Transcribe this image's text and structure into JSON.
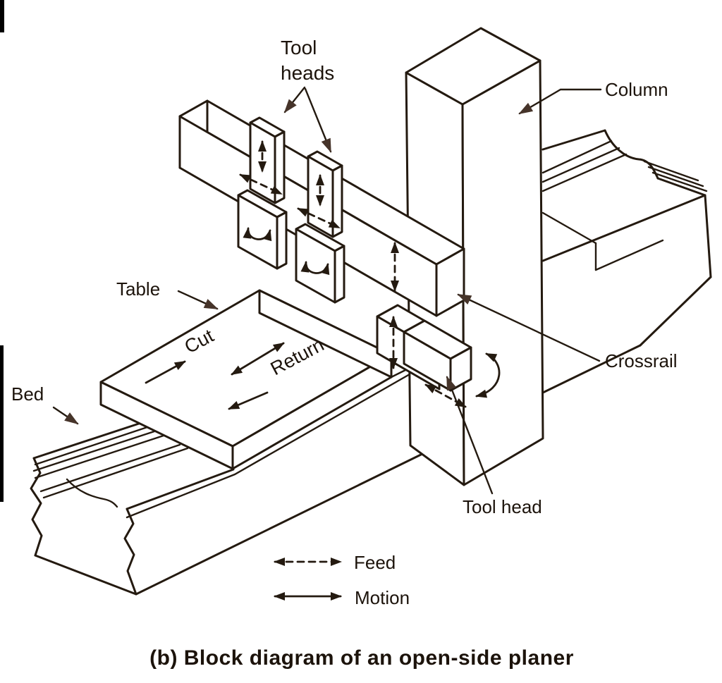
{
  "diagram": {
    "caption": "(b) Block diagram of an open-side planer",
    "labels": {
      "tool_heads": [
        "Tool",
        "heads"
      ],
      "column": "Column",
      "table": "Table",
      "bed": "Bed",
      "crossrail": "Crossrail",
      "tool_head": "Tool head",
      "cut": "Cut",
      "return": "Return"
    },
    "legend": {
      "feed": "Feed",
      "motion": "Motion"
    },
    "colors": {
      "line": "#241a10",
      "leader_arrowhead": "#46342a",
      "background": "#ffffff"
    }
  }
}
